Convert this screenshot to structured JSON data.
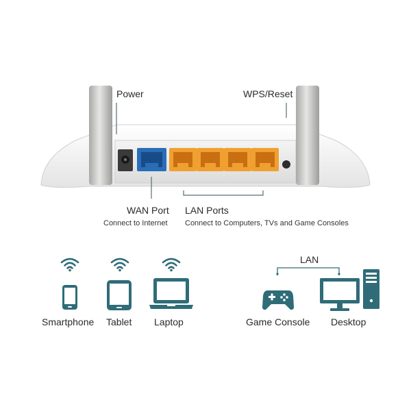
{
  "callouts": {
    "power": "Power",
    "wps_reset": "WPS/Reset",
    "wan_port": "WAN Port",
    "wan_desc": "Connect to Internet",
    "lan_ports": "LAN Ports",
    "lan_desc": "Connect to Computers, TVs and Game Consoles"
  },
  "wireless_devices": [
    {
      "label": "Smartphone",
      "icon": "smartphone-icon"
    },
    {
      "label": "Tablet",
      "icon": "tablet-icon"
    },
    {
      "label": "Laptop",
      "icon": "laptop-icon"
    }
  ],
  "wired_devices": {
    "group_label": "LAN",
    "items": [
      {
        "label": "Game Console",
        "icon": "game-console-icon"
      },
      {
        "label": "Desktop",
        "icon": "desktop-icon"
      }
    ]
  },
  "colors": {
    "accent": "#2f6c78",
    "wan_port": "#2a6db7",
    "lan_port": "#f0a030",
    "router_body": "#f2f2f2"
  }
}
